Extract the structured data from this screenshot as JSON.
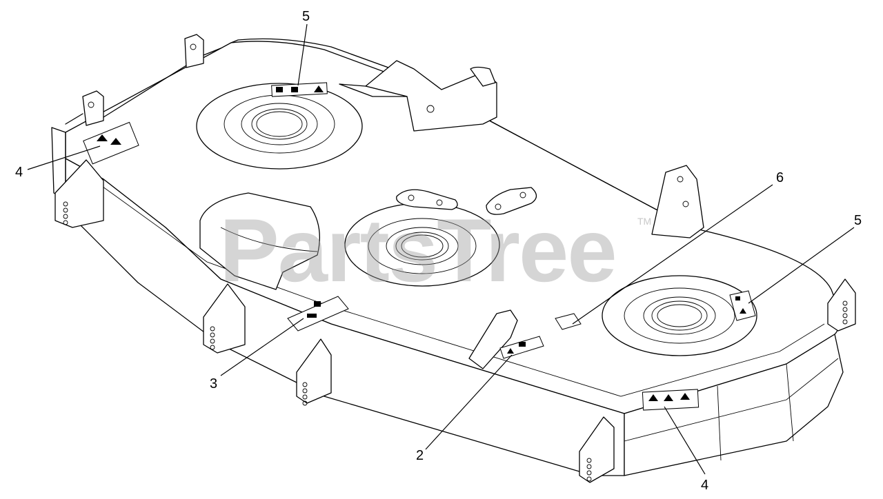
{
  "watermark": {
    "text": "PartsTree",
    "trademark": "TM"
  },
  "callouts": [
    {
      "id": "c5-top",
      "label": "5"
    },
    {
      "id": "c4-left",
      "label": "4"
    },
    {
      "id": "c6",
      "label": "6"
    },
    {
      "id": "c5-right",
      "label": "5"
    },
    {
      "id": "c3",
      "label": "3"
    },
    {
      "id": "c2",
      "label": "2"
    },
    {
      "id": "c4-bottom",
      "label": "4"
    }
  ]
}
